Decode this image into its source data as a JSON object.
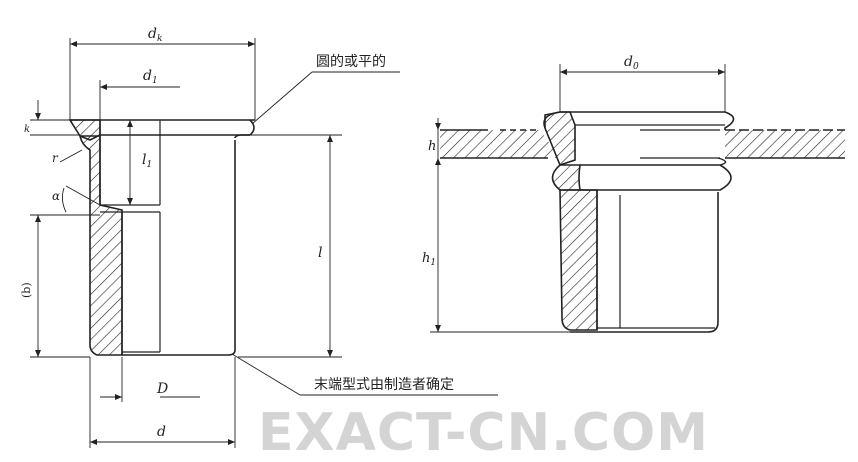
{
  "left_view": {
    "dim_dk_main": "d",
    "dim_dk_sub": "k",
    "dim_d1_main": "d",
    "dim_d1_sub": "1",
    "dim_l1_main": "l",
    "dim_l1_sub": "1",
    "dim_l": "l",
    "dim_D": "D",
    "dim_d": "d",
    "dim_r": "r",
    "dim_alpha": "α",
    "dim_b": "(b)",
    "dim_k": "k",
    "note_head": "圆的或平的",
    "note_end": "末端型式由制造者确定"
  },
  "right_view": {
    "dim_d0_main": "d",
    "dim_d0_sub": "0",
    "dim_h": "h",
    "dim_h1_main": "h",
    "dim_h1_sub": "1"
  },
  "watermark": "EXACT-CN.COM"
}
